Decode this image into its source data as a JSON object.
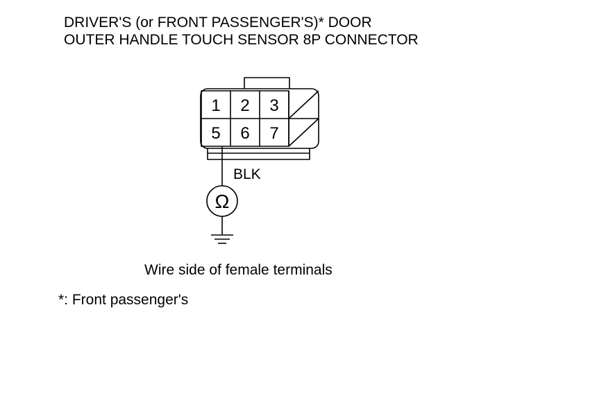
{
  "title": {
    "line1": "DRIVER'S (or FRONT PASSENGER'S)* DOOR",
    "line2": "OUTER HANDLE TOUCH SENSOR 8P CONNECTOR"
  },
  "connector": {
    "top_row": [
      "1",
      "2",
      "3"
    ],
    "bottom_row": [
      "5",
      "6",
      "7"
    ],
    "test_terminal": "5",
    "wire_color": "BLK"
  },
  "meter": {
    "symbol": "Ω",
    "icon": "ohmmeter-icon"
  },
  "ground_icon": "ground-icon",
  "caption": "Wire side of female terminals",
  "footnote": "*: Front passenger's"
}
